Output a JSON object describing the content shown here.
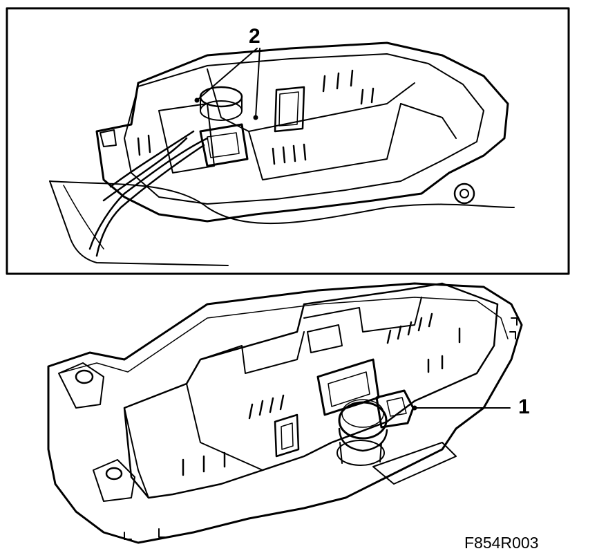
{
  "figure": {
    "callouts": {
      "upper": "2",
      "lower": "1"
    },
    "reference_code": "F854R003"
  },
  "colors": {
    "ink": "#000000",
    "paper": "#ffffff"
  }
}
